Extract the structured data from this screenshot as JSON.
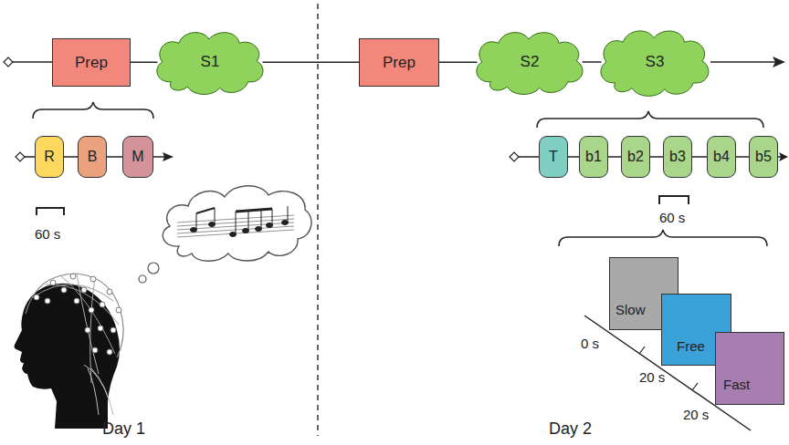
{
  "diagram": {
    "nodes": [
      {
        "text": [
          "Prep"
        ]
      },
      {
        "text": [
          "S1"
        ]
      },
      {
        "text": [
          "R"
        ]
      },
      {
        "text": [
          "B"
        ]
      },
      {
        "text": [
          "M"
        ]
      },
      {
        "text": [
          "Prep"
        ]
      },
      {
        "text": [
          "S2"
        ]
      },
      {
        "text": [
          "S3"
        ]
      },
      {
        "text": [
          "T"
        ]
      },
      {
        "text": [
          "b1"
        ]
      },
      {
        "text": [
          "b2"
        ]
      },
      {
        "text": [
          "b3"
        ]
      },
      {
        "text": [
          "b4"
        ]
      },
      {
        "text": [
          "b5"
        ]
      },
      {
        "text": [
          "Slow"
        ]
      },
      {
        "text": [
          "Free"
        ]
      },
      {
        "text": [
          "Fast"
        ]
      }
    ],
    "edges": [
      {
        "from": 0,
        "to": 1,
        "arrow": "none"
      },
      {
        "from": 1,
        "to": 5,
        "arrow": "none"
      },
      {
        "from": 5,
        "to": 6,
        "arrow": "none"
      },
      {
        "from": 6,
        "to": 7,
        "arrow": "none"
      },
      {
        "from": 2,
        "to": 3,
        "arrow": "none"
      },
      {
        "from": 3,
        "to": 4,
        "arrow": "none"
      },
      {
        "from": 8,
        "to": 9,
        "arrow": "none"
      },
      {
        "from": 9,
        "to": 10,
        "arrow": "none"
      },
      {
        "from": 10,
        "to": 11,
        "arrow": "none"
      },
      {
        "from": 11,
        "to": 12,
        "arrow": "none"
      },
      {
        "from": 12,
        "to": 13,
        "arrow": "none"
      }
    ],
    "labels": [
      "60 s",
      "60 s",
      "0 s",
      "20 s",
      "20 s",
      "Day 1",
      "Day 2"
    ]
  }
}
